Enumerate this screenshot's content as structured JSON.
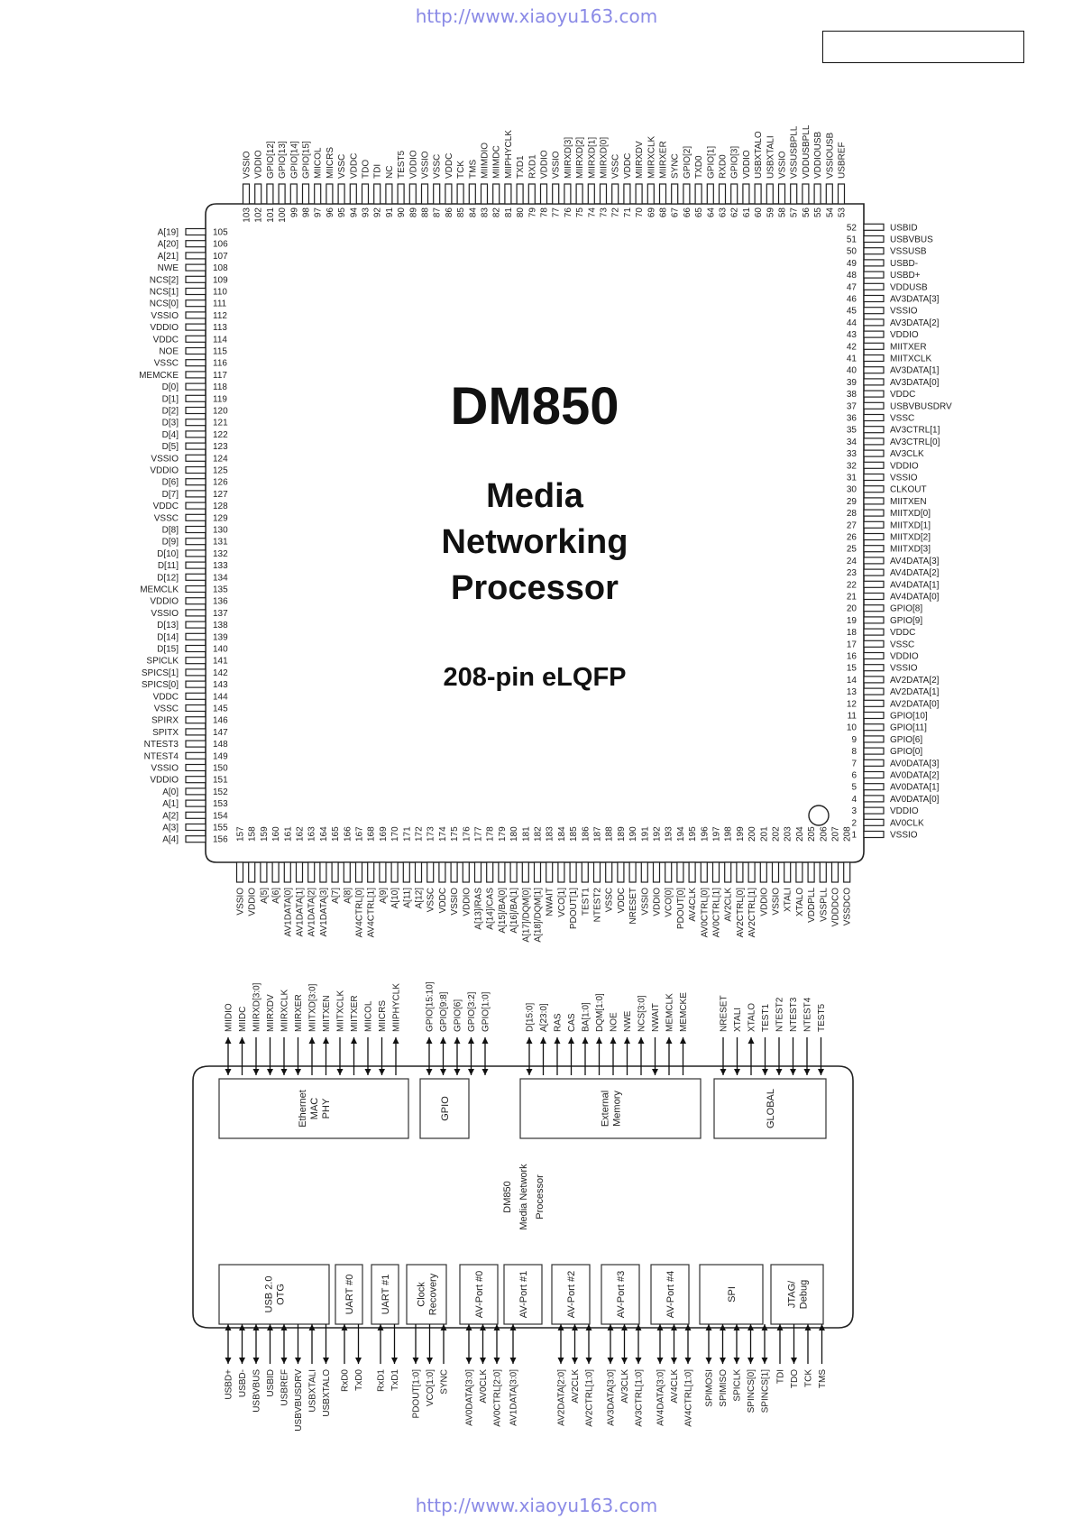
{
  "header": {
    "url": "http://www.xiaoyu163.com"
  },
  "footer": {
    "url": "http://www.xiaoyu163.com"
  },
  "chip": {
    "name": "DM850",
    "subtitle_lines": [
      "Media",
      "Networking",
      "Processor"
    ],
    "package": "208-pin eLQFP",
    "pins": {
      "right": [
        "VSSIO",
        "AV0CLK",
        "VDDIO",
        "AV0DATA[0]",
        "AV0DATA[1]",
        "AV0DATA[2]",
        "AV0DATA[3]",
        "GPIO[0]",
        "GPIO[6]",
        "GPIO[11]",
        "GPIO[10]",
        "AV2DATA[0]",
        "AV2DATA[1]",
        "AV2DATA[2]",
        "VSSIO",
        "VDDIO",
        "VSSC",
        "VDDC",
        "GPIO[9]",
        "GPIO[8]",
        "AV4DATA[0]",
        "AV4DATA[1]",
        "AV4DATA[2]",
        "AV4DATA[3]",
        "MIITXD[3]",
        "MIITXD[2]",
        "MIITXD[1]",
        "MIITXD[0]",
        "MIITXEN",
        "CLKOUT",
        "VSSIO",
        "VDDIO",
        "AV3CLK",
        "AV3CTRL[0]",
        "AV3CTRL[1]",
        "VSSC",
        "USBVBUSDRV",
        "VDDC",
        "AV3DATA[0]",
        "AV3DATA[1]",
        "MIITXCLK",
        "MIITXER",
        "VDDIO",
        "AV3DATA[2]",
        "VSSIO",
        "AV3DATA[3]",
        "VDDUSB",
        "USBD+",
        "USBD-",
        "VSSUSB",
        "USBVBUS",
        "USBID"
      ],
      "top": [
        "USBREF",
        "VSSIOUSB",
        "VDDIOUSB",
        "VDDUSBPLL",
        "VSSUSBPLL",
        "VSSIO",
        "USBXTALI",
        "USBXTALO",
        "VDDIO",
        "GPIO[3]",
        "RXD0",
        "GPIO[1]",
        "TXD0",
        "GPIO[2]",
        "SYNC",
        "MIIRXER",
        "MIIRXCLK",
        "MIIRXDV",
        "VDDC",
        "VSSC",
        "MIIRXD[0]",
        "MIIRXD[1]",
        "MIIRXD[2]",
        "MIIRXD[3]",
        "VSSIO",
        "VDDIO",
        "RXD1",
        "TXD1",
        "MIIPHYCLK",
        "MIIMDC",
        "MIIMDIO",
        "TMS",
        "TCK",
        "VDDC",
        "VSSC",
        "VSSIO",
        "VDDIO",
        "TEST5",
        "NC",
        "TDI",
        "TDO",
        "VDDC",
        "VSSC",
        "MIICRS",
        "MIICOL",
        "GPIO[15]",
        "GPIO[14]",
        "GPIO[13]",
        "GPIO[12]",
        "VDDIO",
        "VSSIO"
      ],
      "left": [
        "A[19]",
        "A[20]",
        "A[21]",
        "NWE",
        "NCS[2]",
        "NCS[1]",
        "NCS[0]",
        "VSSIO",
        "VDDIO",
        "VDDC",
        "NOE",
        "VSSC",
        "MEMCKE",
        "D[0]",
        "D[1]",
        "D[2]",
        "D[3]",
        "D[4]",
        "D[5]",
        "VSSIO",
        "VDDIO",
        "D[6]",
        "D[7]",
        "VDDC",
        "VSSC",
        "D[8]",
        "D[9]",
        "D[10]",
        "D[11]",
        "D[12]",
        "MEMCLK",
        "VDDIO",
        "VSSIO",
        "D[13]",
        "D[14]",
        "D[15]",
        "SPICLK",
        "SPICS[1]",
        "SPICS[0]",
        "VDDC",
        "VSSC",
        "SPIRX",
        "SPITX",
        "NTEST3",
        "NTEST4",
        "VSSIO",
        "VDDIO",
        "A[0]",
        "A[1]",
        "A[2]",
        "A[3]",
        "A[4]"
      ],
      "bottom": [
        "VSSIO",
        "VDDIO",
        "A[5]",
        "A[6]",
        "AV1DATA[0]",
        "AV1DATA[1]",
        "AV1DATA[2]",
        "AV1DATA[3]",
        "A[7]",
        "A[8]",
        "AV4CTRL[0]",
        "AV4CTRL[1]",
        "A[9]",
        "A[10]",
        "A[11]",
        "A[12]",
        "VSSC",
        "VDDC",
        "VSSIO",
        "VDDIO",
        "A[13]/RAS",
        "A[14]/CAS",
        "A[15]/BA[0]",
        "A[16]/BA[1]",
        "A[17]/DQM[0]",
        "A[18]/DQM[1]",
        "NWAIT",
        "VCO[1]",
        "PDOUT[1]",
        "TEST1",
        "NTEST2",
        "VSSC",
        "VDDC",
        "NRESET",
        "VSSIO",
        "VDDIO",
        "VCO[0]",
        "PDOUT[0]",
        "AV4CLK",
        "AV0CTRL[0]",
        "AV0CTRL[1]",
        "AV2CLK",
        "AV2CTRL[0]",
        "AV2CTRL[1]",
        "VDDIO",
        "VSSIO",
        "XTALI",
        "XTALO",
        "VDDPLL",
        "VSSPLL",
        "VDDDCO",
        "VSSDCO"
      ]
    }
  },
  "block_diagram": {
    "core_title": [
      "DM850",
      "Media Network",
      "Processor"
    ],
    "top_blocks": [
      {
        "label": [
          "Ethernet",
          "MAC",
          "PHY"
        ],
        "signals": [
          {
            "name": "MIIDIO",
            "dir": "bi"
          },
          {
            "name": "MIIDC",
            "dir": "out"
          },
          {
            "name": "MIIRXD[3:0]",
            "dir": "in"
          },
          {
            "name": "MIIRXDV",
            "dir": "in"
          },
          {
            "name": "MIIRXCLK",
            "dir": "in"
          },
          {
            "name": "MIIRXER",
            "dir": "in"
          },
          {
            "name": "MIITXD[3:0]",
            "dir": "out"
          },
          {
            "name": "MIITXEN",
            "dir": "out"
          },
          {
            "name": "MIITXCLK",
            "dir": "in"
          },
          {
            "name": "MIITXER",
            "dir": "out"
          },
          {
            "name": "MIICOL",
            "dir": "in"
          },
          {
            "name": "MIICRS",
            "dir": "in"
          },
          {
            "name": "MIIPHYCLK",
            "dir": "out"
          }
        ]
      },
      {
        "label": [
          "GPIO"
        ],
        "signals": [
          {
            "name": "GPIO[15:10]",
            "dir": "bi"
          },
          {
            "name": "GPIO[9:8]",
            "dir": "bi"
          },
          {
            "name": "GPIO[6]",
            "dir": "bi"
          },
          {
            "name": "GPIO[3:2]",
            "dir": "bi"
          },
          {
            "name": "GPIO[1:0]",
            "dir": "bi"
          }
        ]
      },
      {
        "label": [
          "External",
          "Memory"
        ],
        "signals": [
          {
            "name": "D[15:0]",
            "dir": "bi"
          },
          {
            "name": "A[23:0]",
            "dir": "out"
          },
          {
            "name": "RAS",
            "dir": "out"
          },
          {
            "name": "CAS",
            "dir": "out"
          },
          {
            "name": "BA[1:0]",
            "dir": "out"
          },
          {
            "name": "DQM[1:0]",
            "dir": "out"
          },
          {
            "name": "NOE",
            "dir": "out"
          },
          {
            "name": "NWE",
            "dir": "out"
          },
          {
            "name": "NCS[3:0]",
            "dir": "out"
          },
          {
            "name": "NWAIT",
            "dir": "in"
          },
          {
            "name": "MEMCLK",
            "dir": "out"
          },
          {
            "name": "MEMCKE",
            "dir": "out"
          }
        ]
      },
      {
        "label": [
          "GLOBAL"
        ],
        "signals": [
          {
            "name": "NRESET",
            "dir": "in"
          },
          {
            "name": "XTALI",
            "dir": "in"
          },
          {
            "name": "XTALO",
            "dir": "out"
          },
          {
            "name": "TEST1",
            "dir": "in"
          },
          {
            "name": "NTEST2",
            "dir": "in"
          },
          {
            "name": "NTEST3",
            "dir": "in"
          },
          {
            "name": "NTEST4",
            "dir": "in"
          },
          {
            "name": "TEST5",
            "dir": "in"
          }
        ]
      }
    ],
    "bottom_blocks": [
      {
        "label": [
          "USB 2.0",
          "OTG"
        ],
        "signals": [
          {
            "name": "USBD+",
            "dir": "bi"
          },
          {
            "name": "USBD-",
            "dir": "bi"
          },
          {
            "name": "USBVBUS",
            "dir": "bi"
          },
          {
            "name": "USBID",
            "dir": "in"
          },
          {
            "name": "USBREF",
            "dir": "bi"
          },
          {
            "name": "USBVBUSDRV",
            "dir": "out"
          },
          {
            "name": "USBXTALI",
            "dir": "in"
          },
          {
            "name": "USBXTALO",
            "dir": "out"
          }
        ]
      },
      {
        "label": [
          "UART #0"
        ],
        "signals": [
          {
            "name": "RxD0",
            "dir": "in"
          },
          {
            "name": "TxD0",
            "dir": "out"
          }
        ]
      },
      {
        "label": [
          "UART #1"
        ],
        "signals": [
          {
            "name": "RxD1",
            "dir": "in"
          },
          {
            "name": "TxD1",
            "dir": "out"
          }
        ]
      },
      {
        "label": [
          "Clock",
          "Recovery"
        ],
        "signals": [
          {
            "name": "PDOUT[1:0]",
            "dir": "out"
          },
          {
            "name": "VCO[1:0]",
            "dir": "out"
          },
          {
            "name": "SYNC",
            "dir": "in"
          }
        ]
      },
      {
        "label": [
          "AV-Port #0"
        ],
        "signals": [
          {
            "name": "AV0DATA[3:0]",
            "dir": "bi"
          },
          {
            "name": "AV0CLK",
            "dir": "bi"
          },
          {
            "name": "AV0CTRL[2:0]",
            "dir": "bi"
          }
        ]
      },
      {
        "label": [
          "AV-Port #1"
        ],
        "signals": [
          {
            "name": "AV1DATA[3:0]",
            "dir": "bi"
          }
        ]
      },
      {
        "label": [
          "AV-Port #2"
        ],
        "signals": [
          {
            "name": "AV2DATA[2:0]",
            "dir": "bi"
          },
          {
            "name": "AV2CLK",
            "dir": "bi"
          },
          {
            "name": "AV2CTRL[1:0]",
            "dir": "bi"
          }
        ]
      },
      {
        "label": [
          "AV-Port #3"
        ],
        "signals": [
          {
            "name": "AV3DATA[3:0]",
            "dir": "bi"
          },
          {
            "name": "AV3CLK",
            "dir": "bi"
          },
          {
            "name": "AV3CTRL[1:0]",
            "dir": "bi"
          }
        ]
      },
      {
        "label": [
          "AV-Port #4"
        ],
        "signals": [
          {
            "name": "AV4DATA[3:0]",
            "dir": "bi"
          },
          {
            "name": "AV4CLK",
            "dir": "bi"
          },
          {
            "name": "AV4CTRL[1:0]",
            "dir": "bi"
          }
        ]
      },
      {
        "label": [
          "SPI"
        ],
        "signals": [
          {
            "name": "SPIMOSI",
            "dir": "bi"
          },
          {
            "name": "SPIMISO",
            "dir": "bi"
          },
          {
            "name": "SPICLK",
            "dir": "bi"
          },
          {
            "name": "SPINCS[0]",
            "dir": "bi"
          },
          {
            "name": "SPINCS[1]",
            "dir": "bi"
          }
        ]
      },
      {
        "label": [
          "JTAG/",
          "Debug"
        ],
        "signals": [
          {
            "name": "TDI",
            "dir": "in"
          },
          {
            "name": "TDO",
            "dir": "out"
          },
          {
            "name": "TCK",
            "dir": "in"
          },
          {
            "name": "TMS",
            "dir": "in"
          }
        ]
      }
    ]
  }
}
